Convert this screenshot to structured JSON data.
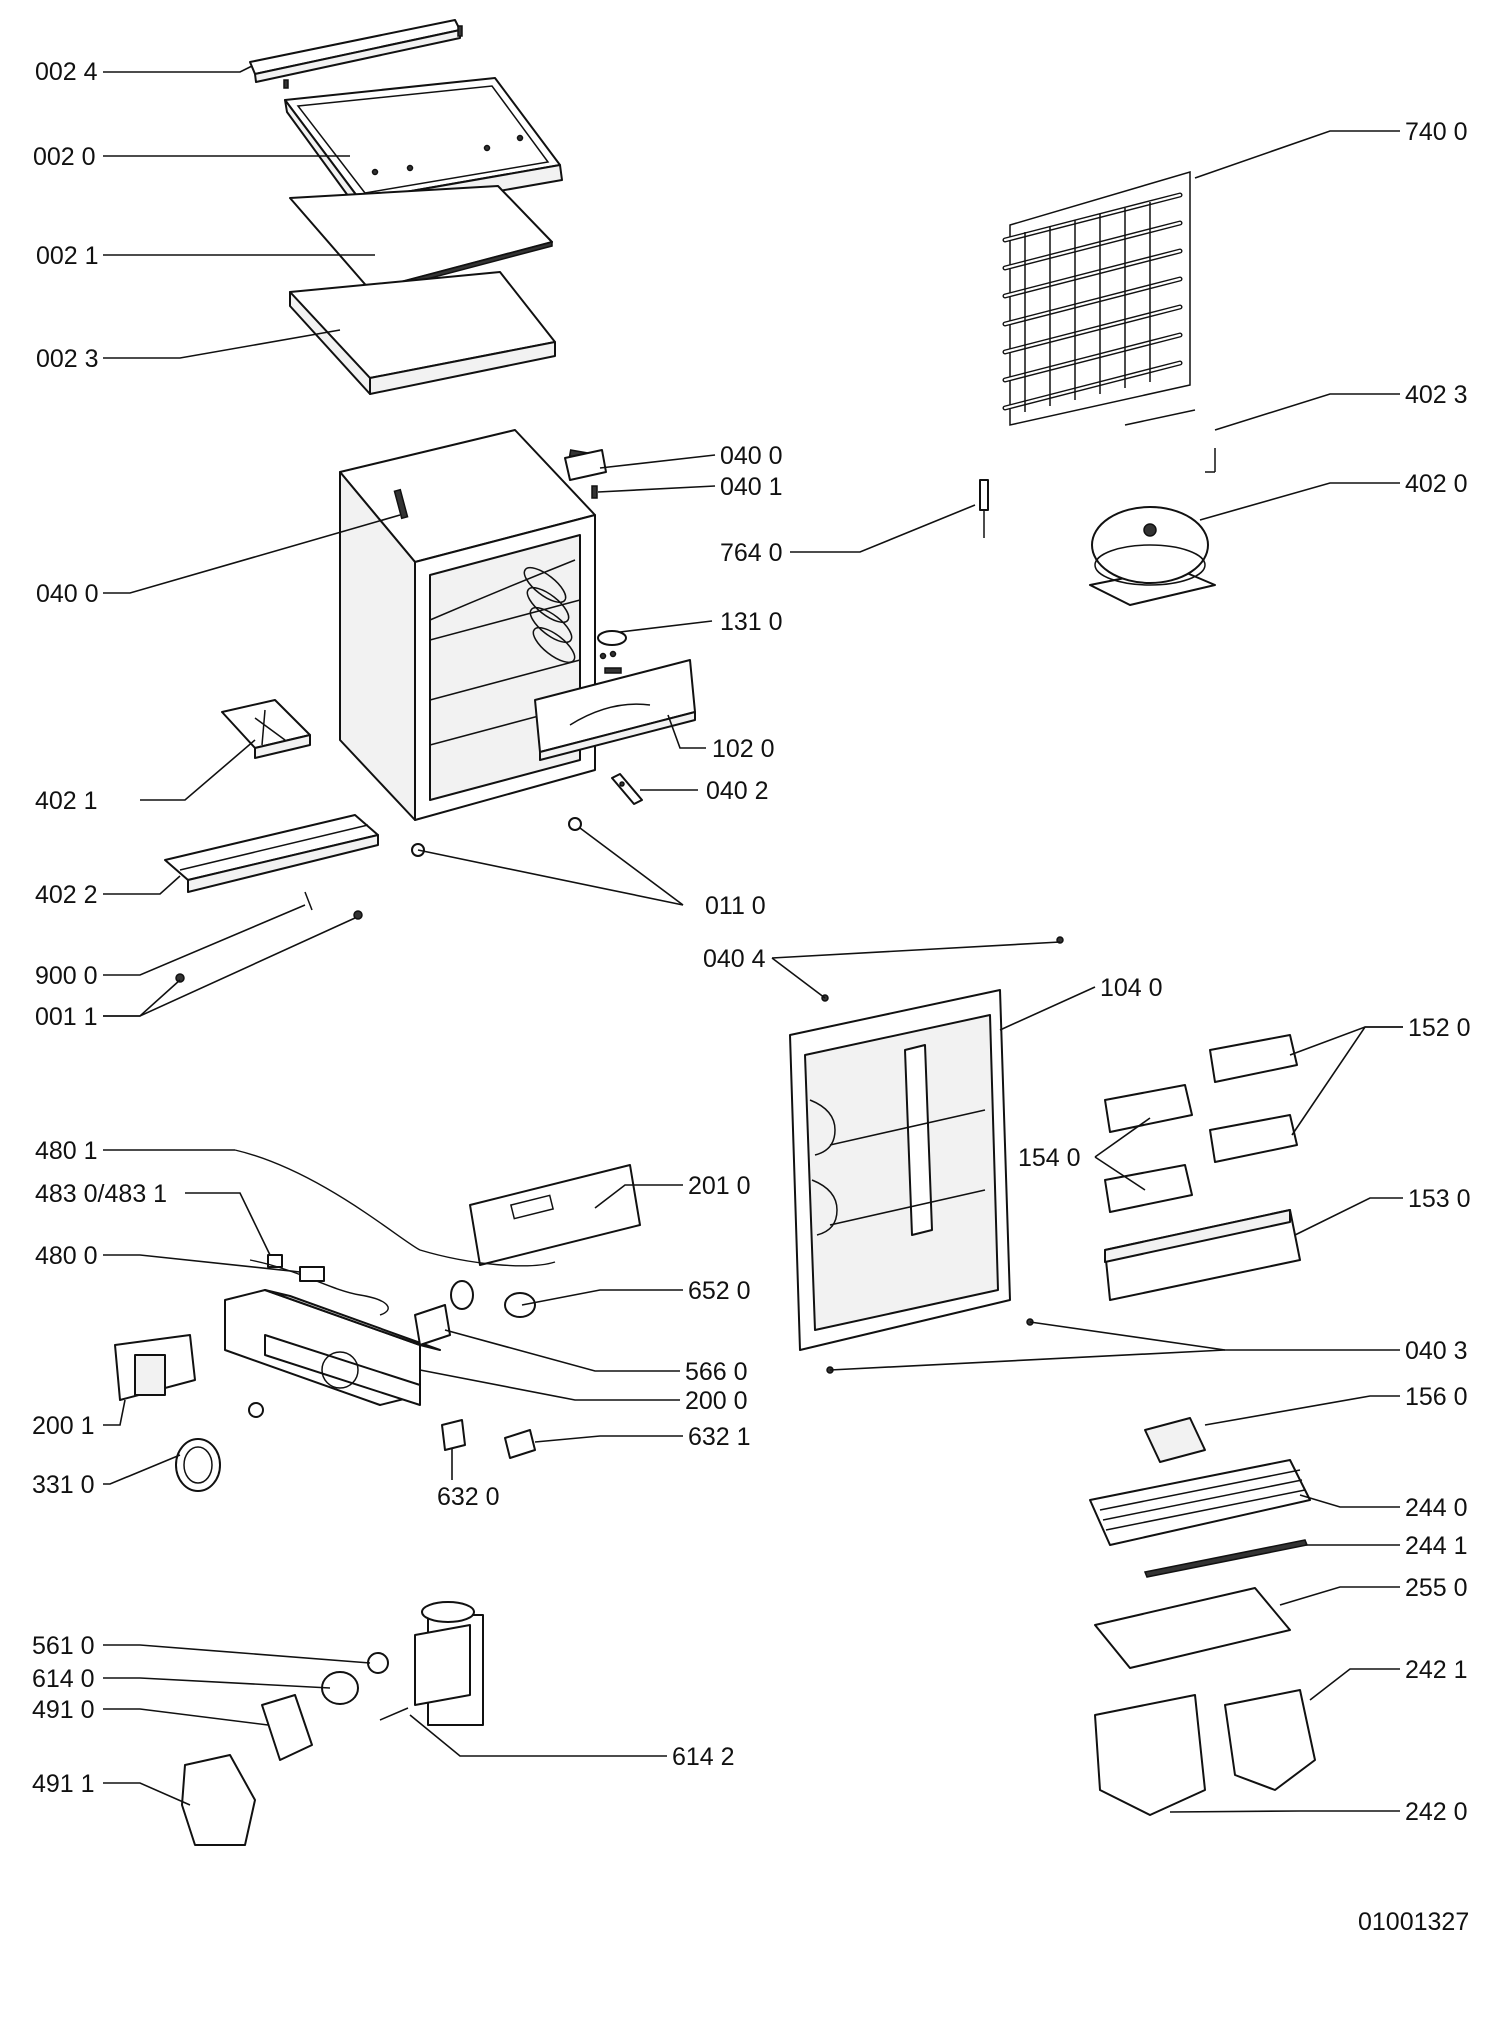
{
  "labels": [
    {
      "id": "002-4",
      "text": "002 4"
    },
    {
      "id": "002-0",
      "text": "002 0"
    },
    {
      "id": "002-1",
      "text": "002 1"
    },
    {
      "id": "002-3",
      "text": "002 3"
    },
    {
      "id": "040-0-a",
      "text": "040 0"
    },
    {
      "id": "040-1",
      "text": "040 1"
    },
    {
      "id": "040-0-b",
      "text": "040 0"
    },
    {
      "id": "764-0",
      "text": "764 0"
    },
    {
      "id": "131-0",
      "text": "131 0"
    },
    {
      "id": "102-0",
      "text": "102 0"
    },
    {
      "id": "402-1",
      "text": "402 1"
    },
    {
      "id": "040-2",
      "text": "040 2"
    },
    {
      "id": "402-2",
      "text": "402 2"
    },
    {
      "id": "011-0",
      "text": "011 0"
    },
    {
      "id": "900-0",
      "text": "900 0"
    },
    {
      "id": "001-1",
      "text": "001 1"
    },
    {
      "id": "740-0",
      "text": "740 0"
    },
    {
      "id": "402-3",
      "text": "402 3"
    },
    {
      "id": "402-0",
      "text": "402 0"
    },
    {
      "id": "040-4",
      "text": "040 4"
    },
    {
      "id": "104-0",
      "text": "104 0"
    },
    {
      "id": "152-0",
      "text": "152 0"
    },
    {
      "id": "154-0",
      "text": "154 0"
    },
    {
      "id": "153-0",
      "text": "153 0"
    },
    {
      "id": "040-3",
      "text": "040 3"
    },
    {
      "id": "480-1",
      "text": "480 1"
    },
    {
      "id": "483-0",
      "text": "483 0/483 1"
    },
    {
      "id": "480-0",
      "text": "480 0"
    },
    {
      "id": "201-0",
      "text": "201 0"
    },
    {
      "id": "652-0",
      "text": "652 0"
    },
    {
      "id": "566-0",
      "text": "566 0"
    },
    {
      "id": "200-0",
      "text": "200 0"
    },
    {
      "id": "200-1",
      "text": "200 1"
    },
    {
      "id": "632-1",
      "text": "632 1"
    },
    {
      "id": "331-0",
      "text": "331 0"
    },
    {
      "id": "632-0",
      "text": "632 0"
    },
    {
      "id": "156-0",
      "text": "156 0"
    },
    {
      "id": "244-0",
      "text": "244 0"
    },
    {
      "id": "244-1",
      "text": "244 1"
    },
    {
      "id": "255-0",
      "text": "255 0"
    },
    {
      "id": "242-1",
      "text": "242 1"
    },
    {
      "id": "242-0",
      "text": "242 0"
    },
    {
      "id": "561-0",
      "text": "561 0"
    },
    {
      "id": "614-0",
      "text": "614 0"
    },
    {
      "id": "491-0",
      "text": "491 0"
    },
    {
      "id": "614-2",
      "text": "614 2"
    },
    {
      "id": "491-1",
      "text": "491 1"
    }
  ],
  "drawing_code": "01001327"
}
